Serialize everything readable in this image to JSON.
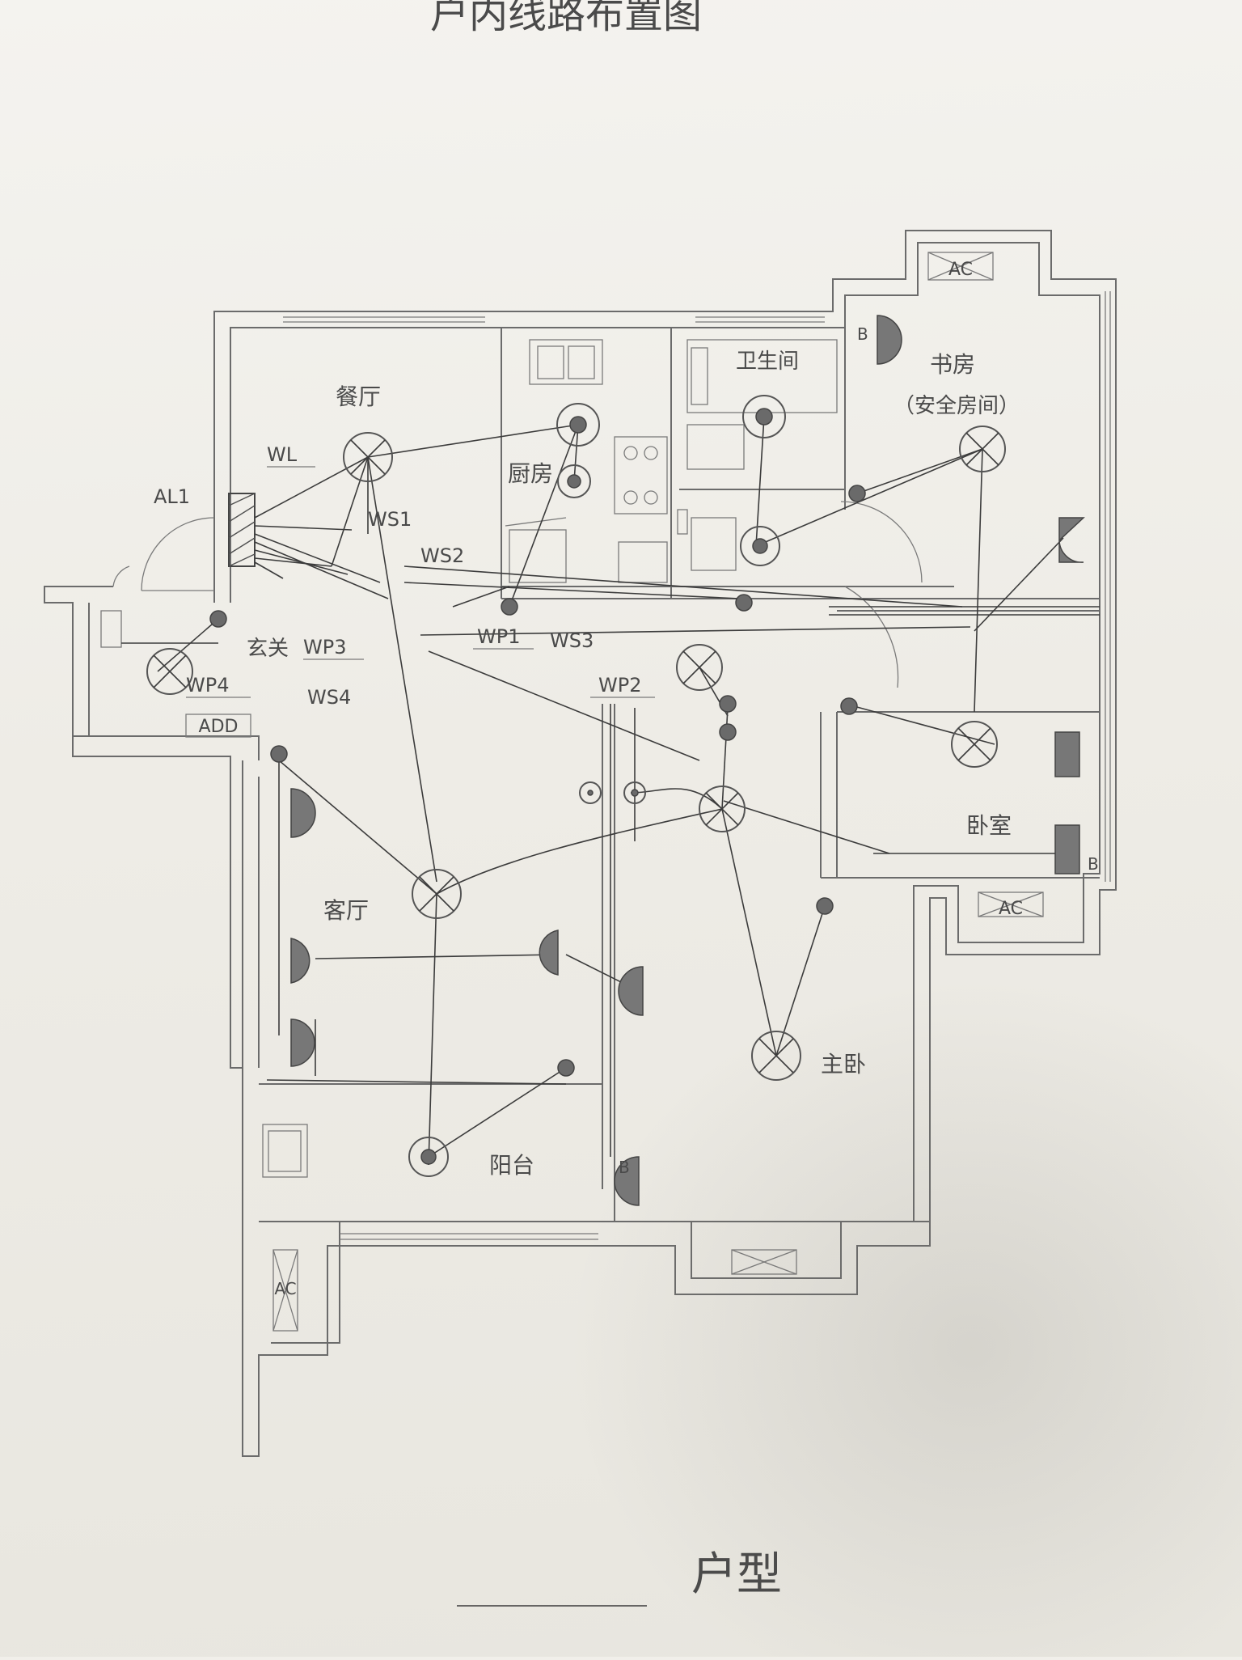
{
  "title": "户内线路布置图",
  "footer": {
    "caption": "户型"
  },
  "rooms": {
    "dining": "餐厅",
    "kitchen": "厨房",
    "bathroom": "卫生间",
    "study": "书房",
    "study_note": "（安全房间）",
    "foyer": "玄关",
    "living": "客厅",
    "bedroom": "卧室",
    "master": "主卧",
    "balcony": "阳台"
  },
  "circuits": {
    "wl": "WL",
    "ws1": "WS1",
    "ws2": "WS2",
    "wp1": "WP1",
    "ws3": "WS3",
    "wp2": "WP2",
    "wp3": "WP3",
    "wp4": "WP4",
    "ws4": "WS4"
  },
  "panel": {
    "label": "AL1"
  },
  "box_label": "ADD",
  "ac_label": "AC",
  "socket_tag": "B",
  "colors": {
    "ink": "#3c3c3c",
    "wall": "#6b6b6b",
    "paper": "#f1efea"
  }
}
